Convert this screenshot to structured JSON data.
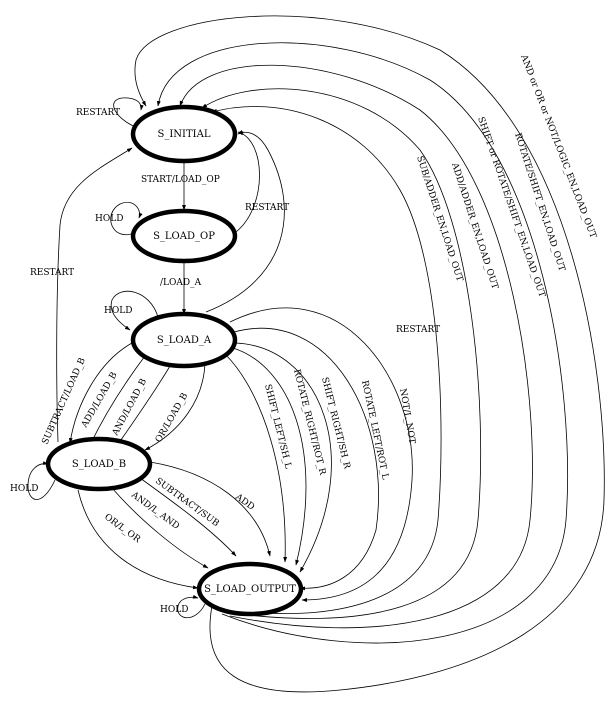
{
  "diagram": {
    "states": {
      "initial": "S_INITIAL",
      "load_op": "S_LOAD_OP",
      "load_a": "S_LOAD_A",
      "load_b": "S_LOAD_B",
      "load_output": "S_LOAD_OUTPUT"
    },
    "transitions": {
      "restart_self_initial": "RESTART",
      "start_load_op": "START/LOAD_OP",
      "hold_load_op": "HOLD",
      "restart_from_load_op": "RESTART",
      "load_a": "/LOAD_A",
      "hold_load_a": "HOLD",
      "restart_from_load_b": "RESTART",
      "restart_from_load_a": "RESTART",
      "subtract_load_b": "SUBTRACT/LOAD_B",
      "add_load_b": "ADD/LOAD_B",
      "and_load_b": "AND/LOAD_B",
      "or_load_b": "OR/LOAD_B",
      "shift_left": "SHIFT_LEFT/SH_L",
      "rotate_right": "ROTATE_RIGHT/ROT_R",
      "shift_right": "SHIFT_RIGHT/SH_R",
      "rotate_left": "ROTATE_LEFT/ROT_L",
      "not": "NOT/L_NOT",
      "hold_load_b": "HOLD",
      "add": "ADD",
      "subtract_sub": "SUBTRACT/SUB",
      "and_and": "AND/L_AND",
      "or_or": "OR/L_OR",
      "hold_load_output": "HOLD",
      "sub_adder_out": "SUB/ADDER_EN,LOAD_OUT",
      "add_adder_out": "ADD/ADDER_EN,LOAD_OUT",
      "shift_rotate_out": "SHIFT or ROTATE/SHIFT_EN,LOAD_OUT",
      "rotate_shift_out": "ROTATE/SHIFT_EN,LOAD_OUT",
      "logic_out": "AND or OR or NOT/LOGIC_EN,LOAD_OUT"
    }
  }
}
